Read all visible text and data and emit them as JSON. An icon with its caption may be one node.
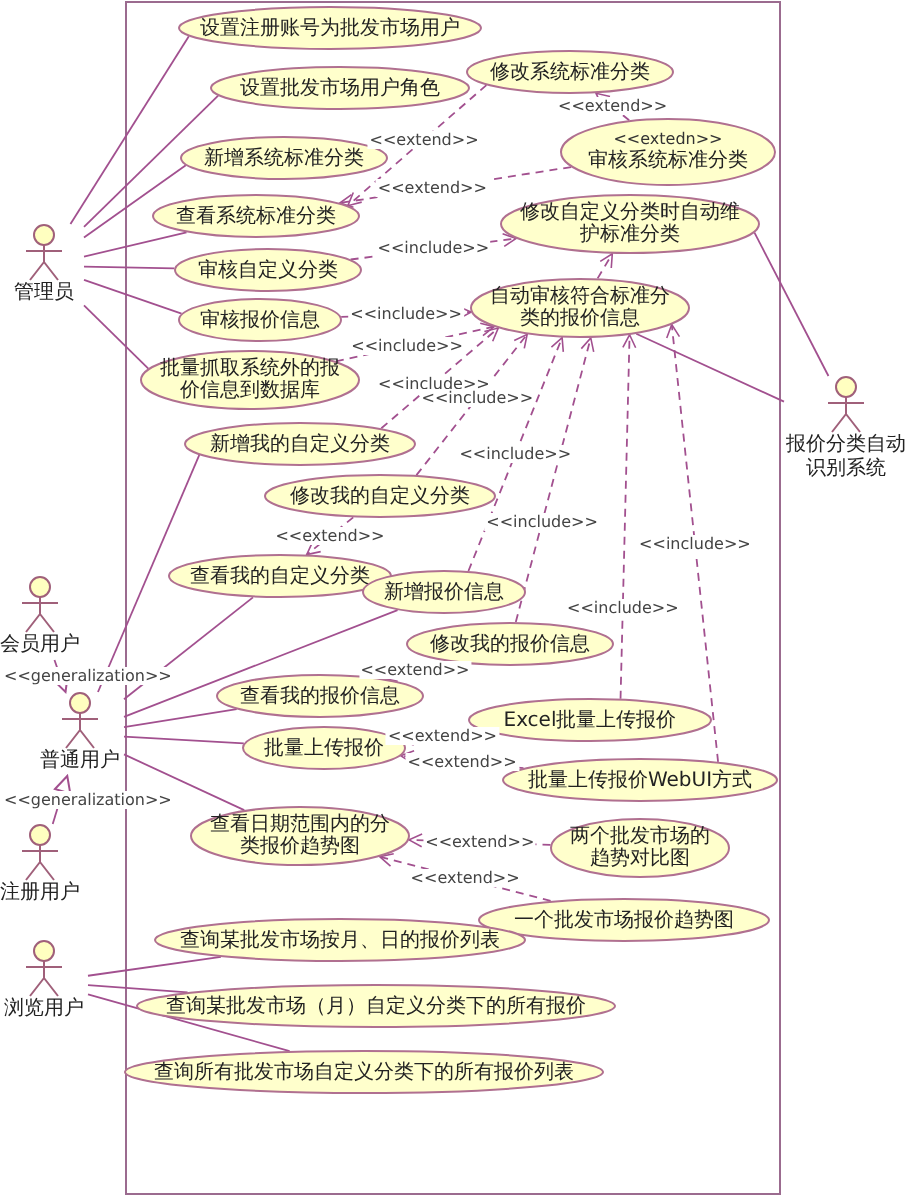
{
  "diagram": {
    "nodes": [
      {
        "text": [
          "管理员"
        ]
      },
      {
        "text": [
          "会员用户"
        ]
      },
      {
        "text": [
          "普通用户"
        ]
      },
      {
        "text": [
          "注册用户"
        ]
      },
      {
        "text": [
          "浏览用户"
        ]
      },
      {
        "text": [
          "报价分类自动识别系统"
        ]
      },
      {
        "text": [
          "设置注册账号为批发市场用户"
        ]
      },
      {
        "text": [
          "设置批发市场用户角色"
        ]
      },
      {
        "text": [
          "新增系统标准分类"
        ]
      },
      {
        "text": [
          "查看系统标准分类"
        ]
      },
      {
        "text": [
          "修改系统标准分类"
        ]
      },
      {
        "text": [
          "<<extedn>>",
          "审核系统标准分类"
        ]
      },
      {
        "text": [
          "审核自定义分类"
        ]
      },
      {
        "text": [
          "修改自定义分类时自动维护标准分类"
        ]
      },
      {
        "text": [
          "审核报价信息"
        ]
      },
      {
        "text": [
          "自动审核符合标准分类的报价信息"
        ]
      },
      {
        "text": [
          "批量抓取系统外的报价信息到数据库"
        ]
      },
      {
        "text": [
          "新增我的自定义分类"
        ]
      },
      {
        "text": [
          "修改我的自定义分类"
        ]
      },
      {
        "text": [
          "查看我的自定义分类"
        ]
      },
      {
        "text": [
          "新增报价信息"
        ]
      },
      {
        "text": [
          "修改我的报价信息"
        ]
      },
      {
        "text": [
          "查看我的报价信息"
        ]
      },
      {
        "text": [
          "批量上传报价"
        ]
      },
      {
        "text": [
          "Excel批量上传报价"
        ]
      },
      {
        "text": [
          "批量上传报价WebUI方式"
        ]
      },
      {
        "text": [
          "查看日期范围内的分类报价趋势图"
        ]
      },
      {
        "text": [
          "两个批发市场的趋势对比图"
        ]
      },
      {
        "text": [
          "一个批发市场报价趋势图"
        ]
      },
      {
        "text": [
          "查询某批发市场按月、日的报价列表"
        ]
      },
      {
        "text": [
          "查询某批发市场（月）自定义分类下的所有报价"
        ]
      },
      {
        "text": [
          "查询所有批发市场自定义分类下的所有报价列表"
        ]
      }
    ],
    "edges": [
      {
        "from": 0,
        "to": 6,
        "arrow": "none"
      },
      {
        "from": 0,
        "to": 7,
        "arrow": "none"
      },
      {
        "from": 0,
        "to": 8,
        "arrow": "none"
      },
      {
        "from": 0,
        "to": 9,
        "arrow": "none"
      },
      {
        "from": 0,
        "to": 12,
        "arrow": "none"
      },
      {
        "from": 0,
        "to": 14,
        "arrow": "none"
      },
      {
        "from": 0,
        "to": 16,
        "arrow": "none"
      },
      {
        "from": 10,
        "to": 9,
        "arrow": "to",
        "style": "dashed",
        "label": "<<extend>>"
      },
      {
        "from": 11,
        "to": 9,
        "arrow": "to",
        "style": "dashed",
        "label": "<<extend>>"
      },
      {
        "from": 11,
        "to": 10,
        "arrow": "to",
        "style": "dashed",
        "label": "<<extend>>"
      },
      {
        "from": 12,
        "to": 13,
        "arrow": "to",
        "style": "dashed",
        "label": "<<include>>"
      },
      {
        "from": 14,
        "to": 15,
        "arrow": "to",
        "style": "dashed",
        "label": "<<include>>"
      },
      {
        "from": 16,
        "to": 15,
        "arrow": "to",
        "style": "dashed",
        "label": "<<include>>"
      },
      {
        "from": 15,
        "to": 13,
        "arrow": "to",
        "style": "dashed"
      },
      {
        "from": 17,
        "to": 15,
        "arrow": "to",
        "style": "dashed",
        "label": "<<include>>"
      },
      {
        "from": 18,
        "to": 15,
        "arrow": "to",
        "style": "dashed",
        "label": "<<include>>"
      },
      {
        "from": 20,
        "to": 15,
        "arrow": "to",
        "style": "dashed",
        "label": "<<include>>"
      },
      {
        "from": 21,
        "to": 15,
        "arrow": "to",
        "style": "dashed",
        "label": "<<include>>"
      },
      {
        "from": 24,
        "to": 15,
        "arrow": "to",
        "style": "dashed",
        "label": "<<include>>"
      },
      {
        "from": 25,
        "to": 15,
        "arrow": "to",
        "style": "dashed",
        "label": "<<include>>"
      },
      {
        "from": 18,
        "to": 19,
        "arrow": "to",
        "style": "dashed",
        "label": "<<extend>>"
      },
      {
        "from": 21,
        "to": 22,
        "arrow": "to",
        "style": "dashed",
        "label": "<<extend>>"
      },
      {
        "from": 24,
        "to": 23,
        "arrow": "to",
        "style": "dashed",
        "label": "<<extend>>"
      },
      {
        "from": 25,
        "to": 23,
        "arrow": "to",
        "style": "dashed",
        "label": "<<extend>>"
      },
      {
        "from": 27,
        "to": 26,
        "arrow": "to",
        "style": "dashed",
        "label": "<<extend>>"
      },
      {
        "from": 28,
        "to": 26,
        "arrow": "to",
        "style": "dashed",
        "label": "<<extend>>"
      },
      {
        "from": 1,
        "to": 2,
        "arrow": "to",
        "label": "<<generalization>>"
      },
      {
        "from": 3,
        "to": 2,
        "arrow": "to",
        "label": "<<generalization>>"
      },
      {
        "from": 2,
        "to": 17,
        "arrow": "none"
      },
      {
        "from": 2,
        "to": 19,
        "arrow": "none"
      },
      {
        "from": 2,
        "to": 20,
        "arrow": "none"
      },
      {
        "from": 2,
        "to": 22,
        "arrow": "none"
      },
      {
        "from": 2,
        "to": 23,
        "arrow": "none"
      },
      {
        "from": 2,
        "to": 26,
        "arrow": "none"
      },
      {
        "from": 4,
        "to": 29,
        "arrow": "none"
      },
      {
        "from": 4,
        "to": 30,
        "arrow": "none"
      },
      {
        "from": 4,
        "to": 31,
        "arrow": "none"
      },
      {
        "from": 5,
        "to": 13,
        "arrow": "none"
      },
      {
        "from": 5,
        "to": 15,
        "arrow": "none"
      }
    ]
  }
}
